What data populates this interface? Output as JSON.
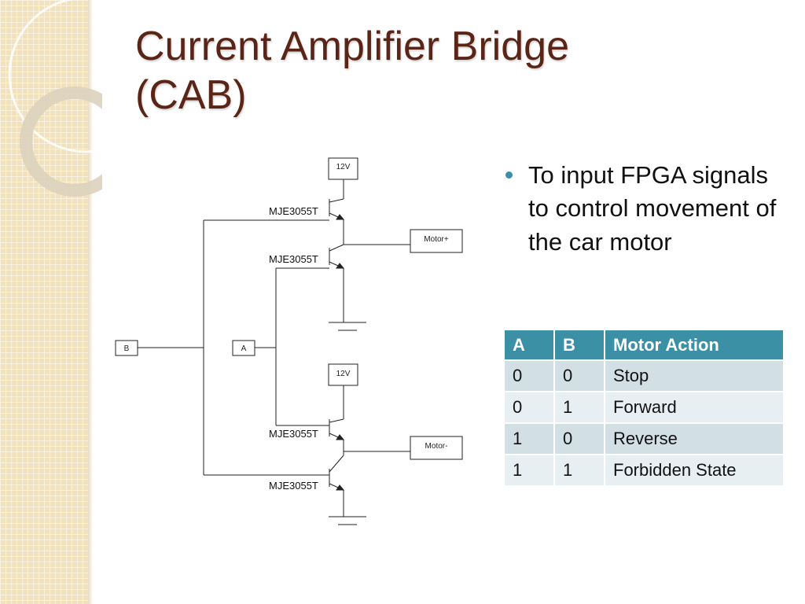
{
  "slide": {
    "title_line1": "Current Amplifier Bridge",
    "title_line2": "(CAB)",
    "bullets": [
      "To input FPGA signals to control movement of the car motor"
    ]
  },
  "circuit": {
    "supply_top": "12V",
    "supply_bottom": "12V",
    "transistor_labels": [
      "MJE3055T",
      "MJE3055T",
      "MJE3055T",
      "MJE3055T"
    ],
    "motor_plus": "Motor+",
    "motor_minus": "Motor-",
    "input_a": "A",
    "input_b": "B"
  },
  "truth_table": {
    "headers": [
      "A",
      "B",
      "Motor Action"
    ],
    "rows": [
      [
        "0",
        "0",
        "Stop"
      ],
      [
        "0",
        "1",
        "Forward"
      ],
      [
        "1",
        "0",
        "Reverse"
      ],
      [
        "1",
        "1",
        "Forbidden State"
      ]
    ]
  },
  "colors": {
    "title": "#5a2416",
    "accent": "#3b90a6",
    "band": "#f1e2bd"
  }
}
